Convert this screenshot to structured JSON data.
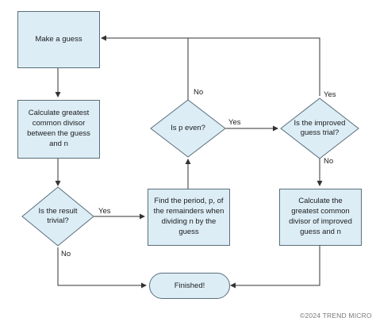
{
  "nodes": {
    "make_guess": "Make a guess",
    "gcd_guess_n": "Calculate greatest common divisor between the guess and n",
    "is_result_trivial": "Is the result trivial?",
    "find_period": "Find the period, p, of the remainders when dividing n by the guess",
    "is_p_even": "Is p even?",
    "is_improved_trivial": "Is the improved guess trial?",
    "gcd_improved": "Calculate the greatest common divisor of improved guess and n",
    "finished": "Finished!"
  },
  "edges": {
    "trivial_yes": "Yes",
    "trivial_no": "No",
    "even_yes": "Yes",
    "even_no": "No",
    "improved_yes": "Yes",
    "improved_no": "No"
  },
  "copyright": "©2024 TREND MICRO",
  "colors": {
    "fill": "#dcedf6",
    "stroke": "#5a6e7a",
    "line": "#333333"
  }
}
